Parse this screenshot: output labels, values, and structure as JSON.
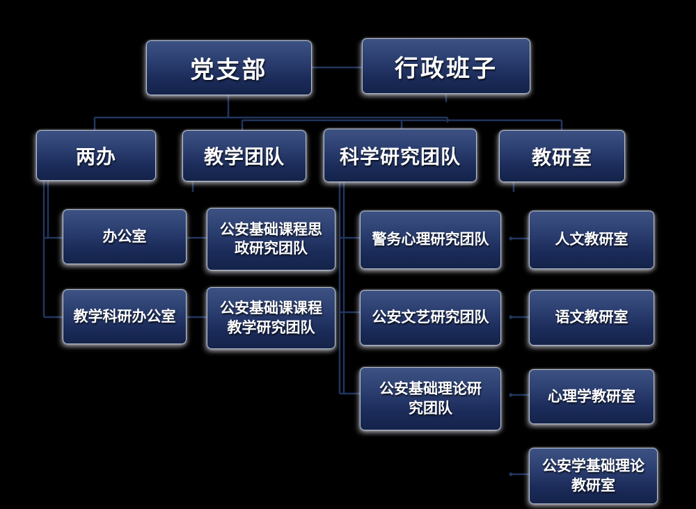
{
  "chart_title": "",
  "colors": {
    "background": "#000000",
    "box_gradient_top": "#3d5283",
    "box_gradient_bottom": "#142349",
    "box_border": "#b9c2d4",
    "connector": "#22355f",
    "text": "#ffffff"
  },
  "nodes": {
    "party_branch": "党支部",
    "admin_team": "行政班子",
    "liangban": "两办",
    "teaching_team": "教学团队",
    "science_research_team": "科学研究团队",
    "teaching_research_office": "教研室",
    "general_office": "办公室",
    "teaching_research_admin_office": "教学科研办公室",
    "sizheng_research_team": "公安基础课程思\n政研究团队",
    "course_teaching_research_team": "公安基础课课程\n教学研究团队",
    "police_psychology_team": "警务心理研究团队",
    "police_arts_team": "公安文艺研究团队",
    "police_basic_theory_team": "公安基础理论研\n究团队",
    "humanities_office": "人文教研室",
    "chinese_office": "语文教研室",
    "psychology_office": "心理学教研室",
    "police_science_theory_office": "公安学基础理论\n教研室"
  },
  "edges": [
    {
      "from": "党支部",
      "to": "行政班子"
    },
    {
      "from": "党支部",
      "to": "两办"
    },
    {
      "from": "党支部",
      "to": "教学团队"
    },
    {
      "from": "行政班子",
      "to": "科学研究团队"
    },
    {
      "from": "行政班子",
      "to": "教研室"
    },
    {
      "from": "两办",
      "to": "办公室"
    },
    {
      "from": "两办",
      "to": "教学科研办公室"
    },
    {
      "from": "教学团队",
      "to": "公安基础课程思政研究团队"
    },
    {
      "from": "教学团队",
      "to": "公安基础课课程教学研究团队"
    },
    {
      "from": "科学研究团队",
      "to": "警务心理研究团队"
    },
    {
      "from": "科学研究团队",
      "to": "公安文艺研究团队"
    },
    {
      "from": "科学研究团队",
      "to": "公安基础理论研究团队"
    },
    {
      "from": "教研室",
      "to": "人文教研室"
    },
    {
      "from": "教研室",
      "to": "语文教研室"
    },
    {
      "from": "教研室",
      "to": "心理学教研室"
    },
    {
      "from": "教研室",
      "to": "公安学基础理论教研室"
    }
  ]
}
